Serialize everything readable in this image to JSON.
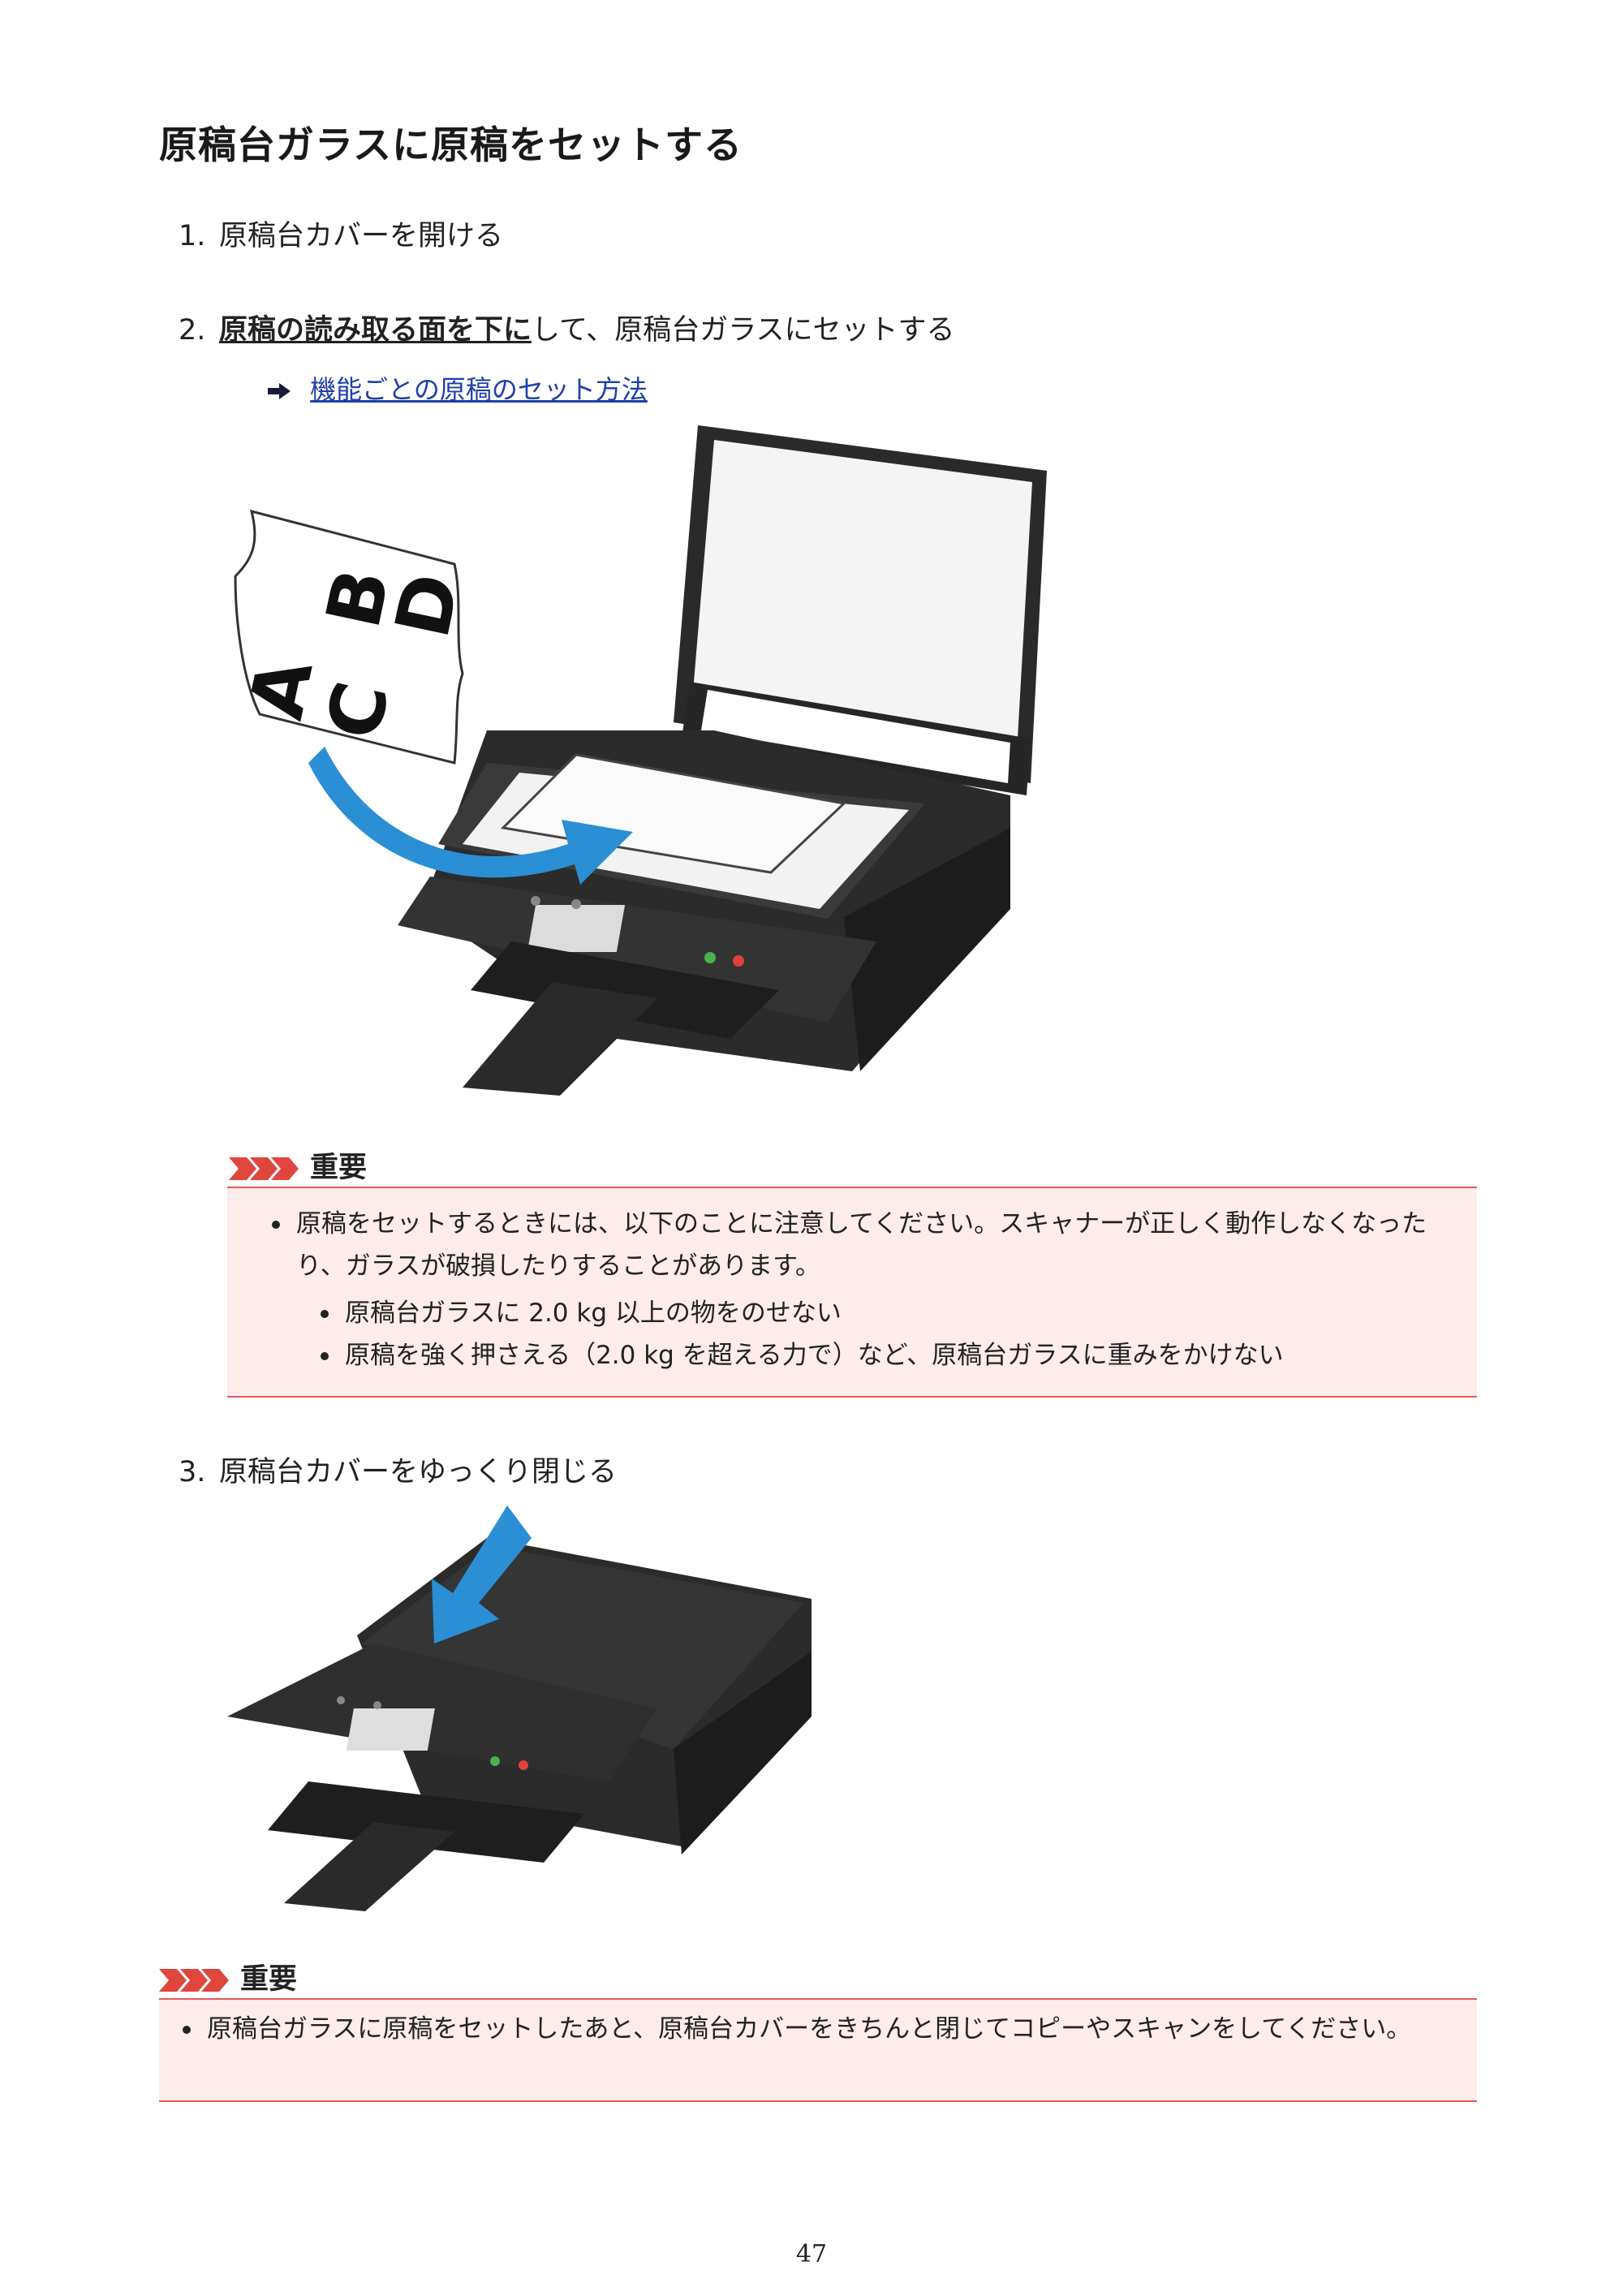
{
  "title": "原稿台ガラスに原稿をセットする",
  "steps": [
    {
      "num": "1.",
      "text": "原稿台カバーを開ける"
    },
    {
      "num": "2.",
      "bold": "原稿の読み取る面を下に",
      "rest": "して、原稿台ガラスにセットする"
    },
    {
      "num": "3.",
      "text": "原稿台カバーをゆっくり閉じる"
    }
  ],
  "link": {
    "text": "機能ごとの原稿のセット方法"
  },
  "figure1": {
    "paper_letters": [
      "A",
      "B",
      "C",
      "D"
    ]
  },
  "important1": {
    "heading": "重要",
    "bullet": "原稿をセットするときには、以下のことに注意してください。スキャナーが正しく動作しなくなったり、ガラスが破損したりすることがあります。",
    "sub": [
      "原稿台ガラスに 2.0 kg 以上の物をのせない",
      "原稿を強く押さえる（2.0 kg を超える力で）など、原稿台ガラスに重みをかけない"
    ]
  },
  "important2": {
    "heading": "重要",
    "bullet": "原稿台ガラスに原稿をセットしたあと、原稿台カバーをきちんと閉じてコピーやスキャンをしてください。"
  },
  "page_number": "47",
  "colors": {
    "accent_red": "#e05b5b",
    "important_bg": "#fdecea",
    "link_blue": "#1f3fa8",
    "arrow_blue": "#2a8fd4"
  }
}
